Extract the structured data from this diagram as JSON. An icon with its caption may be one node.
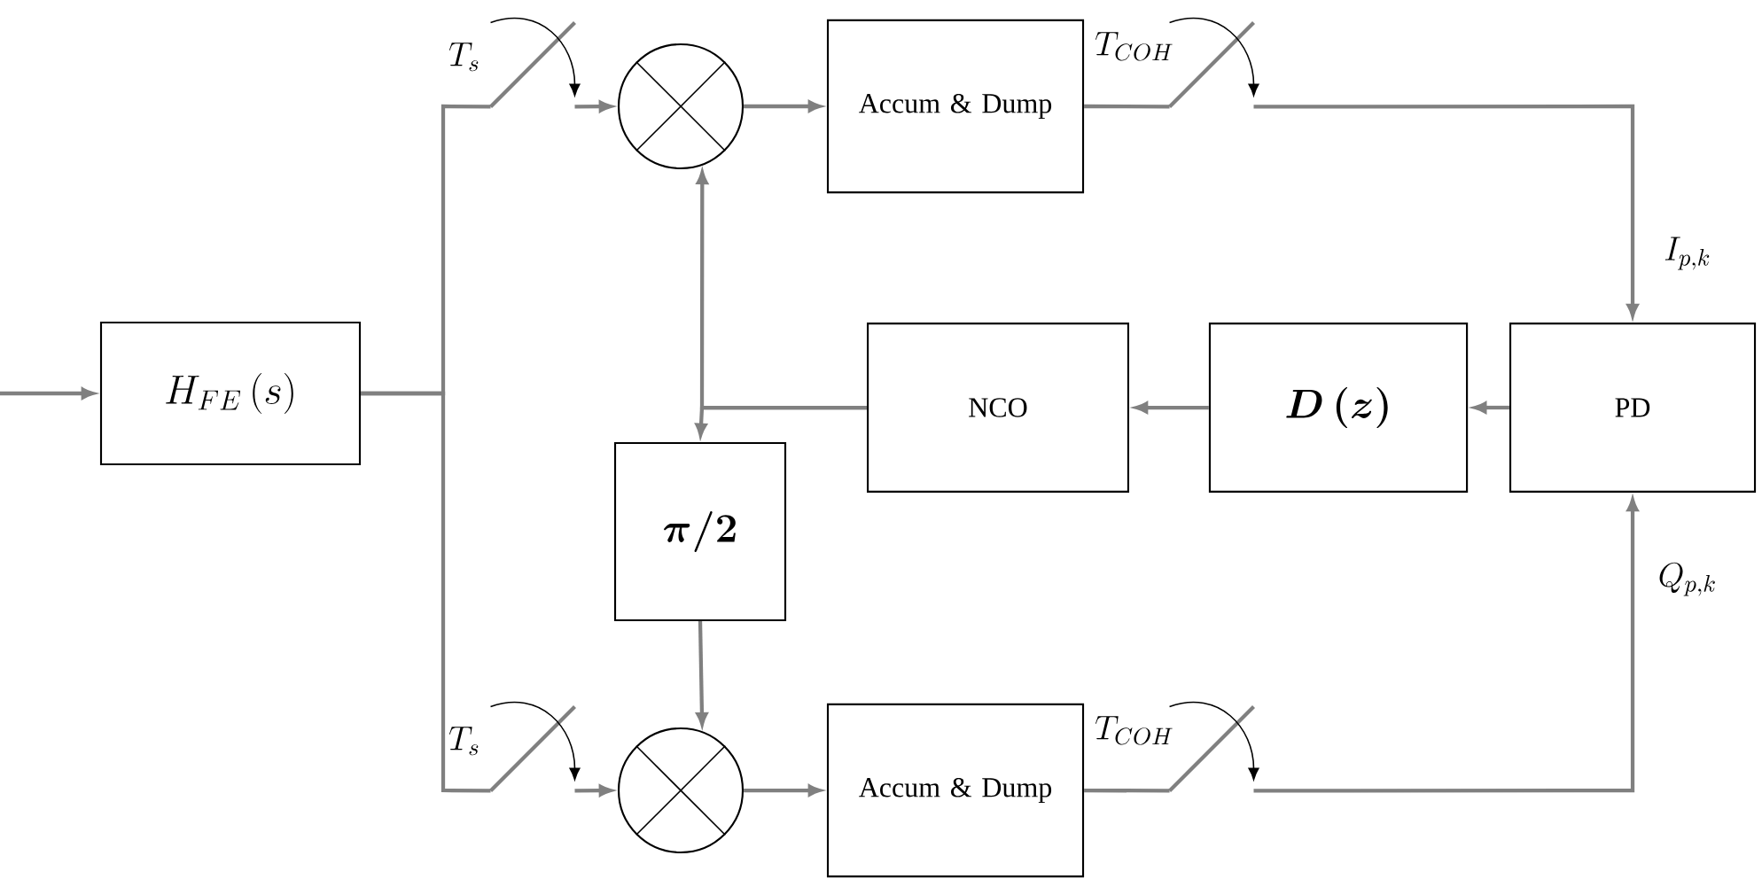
{
  "diagram": {
    "nodes": [
      {
        "text": [
          "H_{FE}\\left(s\\right)"
        ]
      },
      {
        "text": [],
        "shape": "circle"
      },
      {
        "text": [
          "Accum & Dump"
        ]
      },
      {
        "text": [
          "PD"
        ]
      },
      {
        "text": [
          "D\\left(z\\right)"
        ]
      },
      {
        "text": [
          "NCO"
        ]
      },
      {
        "text": [
          "\\pi/2"
        ]
      },
      {
        "text": [],
        "shape": "circle"
      },
      {
        "text": [
          "Accum & Dump"
        ]
      },
      {
        "text": [],
        "shape": "switch",
        "beside": [
          "T_s"
        ]
      },
      {
        "text": [],
        "shape": "switch",
        "beside": [
          "T_{COH}"
        ]
      },
      {
        "text": [],
        "shape": "switch",
        "beside": [
          "T_s"
        ]
      },
      {
        "text": [],
        "shape": "switch",
        "beside": [
          "T_{COH}"
        ]
      }
    ],
    "edges": [
      {
        "from": null,
        "to": 0,
        "arrow": "to"
      },
      {
        "from": 0,
        "to": 9,
        "arrow": "none"
      },
      {
        "from": 9,
        "to": 1,
        "arrow": "to"
      },
      {
        "from": 0,
        "to": 11,
        "arrow": "none"
      },
      {
        "from": 11,
        "to": 7,
        "arrow": "to"
      },
      {
        "from": 1,
        "to": 2,
        "arrow": "to"
      },
      {
        "from": 2,
        "to": 10,
        "arrow": "none"
      },
      {
        "from": 10,
        "to": 3,
        "arrow": "to",
        "label": "I_{p,k}"
      },
      {
        "from": 8,
        "to": 12,
        "arrow": "none"
      },
      {
        "from": 12,
        "to": 3,
        "arrow": "to",
        "label": "Q_{p,k}"
      },
      {
        "from": 3,
        "to": 4,
        "arrow": "to"
      },
      {
        "from": 4,
        "to": 5,
        "arrow": "to"
      },
      {
        "from": 5,
        "to": 1,
        "arrow": "to"
      },
      {
        "from": 5,
        "to": 6,
        "arrow": "to"
      },
      {
        "from": 6,
        "to": 7,
        "arrow": "to"
      },
      {
        "from": 7,
        "to": 8,
        "arrow": "to"
      }
    ]
  }
}
